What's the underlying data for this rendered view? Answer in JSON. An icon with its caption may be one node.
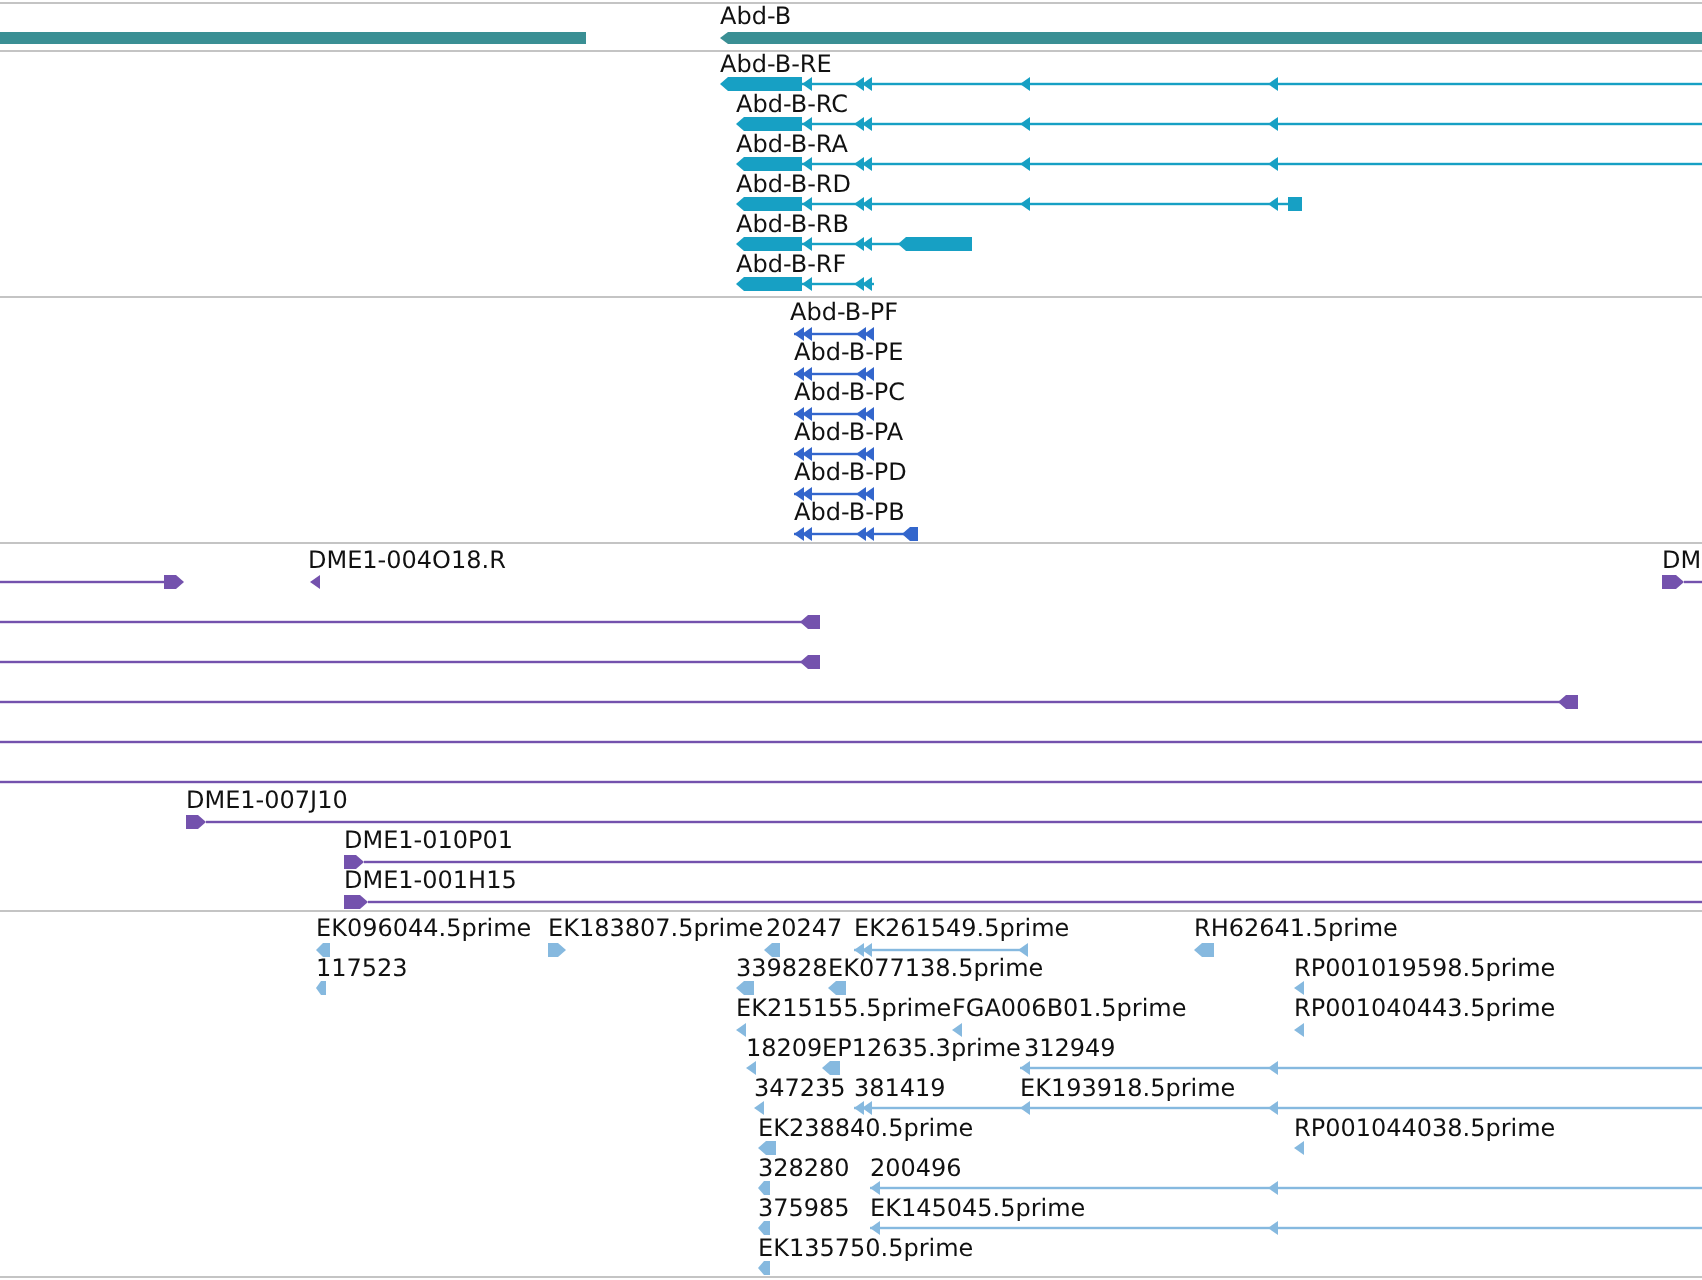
{
  "diagram": {
    "labels": [
      "Abd-B",
      "Abd-B-RE",
      "Abd-B-RC",
      "Abd-B-RA",
      "Abd-B-RD",
      "Abd-B-RB",
      "Abd-B-RF",
      "Abd-B-PF",
      "Abd-B-PE",
      "Abd-B-PC",
      "Abd-B-PA",
      "Abd-B-PD",
      "Abd-B-PB",
      "DME1-004O18.R",
      "DM",
      "DME1-007J10",
      "DME1-010P01",
      "DME1-001H15",
      "EK096044.5prime",
      "EK183807.5prime",
      "20247",
      "EK261549.5prime",
      "RH62641.5prime",
      "117523",
      "339828",
      "EK077138.5prime",
      "RP001019598.5prime",
      "EK215155.5prime",
      "FGA006B01.5prime",
      "RP001040443.5prime",
      "18209",
      "EP12635.3prime",
      "312949",
      "347235",
      "381419",
      "EK193918.5prime",
      "EK238840.5prime",
      "RP001044038.5prime",
      "328280",
      "200496",
      "375985",
      "EK145045.5prime",
      "EK135750.5prime"
    ]
  }
}
